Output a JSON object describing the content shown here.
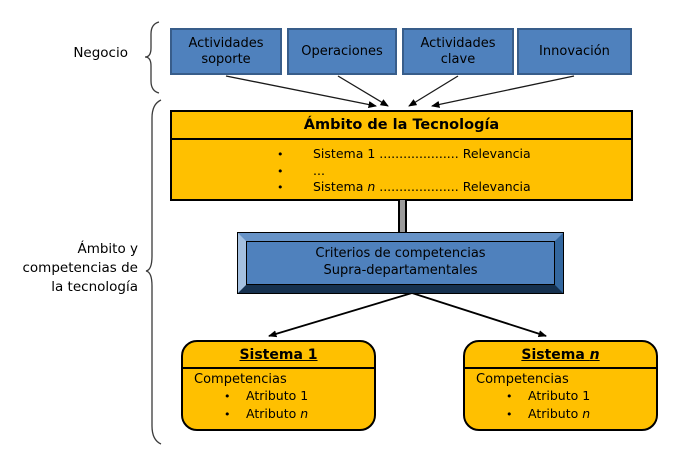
{
  "group_labels": {
    "negocio": "Negocio",
    "ambito_line1": "Ámbito y",
    "ambito_line2": "competencias de",
    "ambito_line3": "la tecnología"
  },
  "business_boxes": [
    {
      "label": "Actividades soporte"
    },
    {
      "label": "Operaciones"
    },
    {
      "label": "Actividades clave"
    },
    {
      "label": "Innovación"
    }
  ],
  "tech_scope": {
    "title": "Ámbito de la Tecnología",
    "items": [
      {
        "name": "Sistema 1 ",
        "name_italic": "",
        "dots": "....................",
        "value": " Relevancia"
      },
      {
        "name": "...",
        "name_italic": "",
        "dots": "",
        "value": ""
      },
      {
        "name": "Sistema ",
        "name_italic": "n",
        "dots": " ....................",
        "value": " Relevancia"
      }
    ]
  },
  "criteria_box": {
    "line1": "Criterios de competencias",
    "line2": "Supra-departamentales"
  },
  "system_boxes": [
    {
      "title": "Sistema 1",
      "title_italic": "",
      "subtitle": "Competencias",
      "bullets": [
        {
          "text": "Atributo 1",
          "text_italic": ""
        },
        {
          "text": "Atributo ",
          "text_italic": "n"
        }
      ]
    },
    {
      "title": "Sistema ",
      "title_italic": "n",
      "subtitle": "Competencias",
      "bullets": [
        {
          "text": "Atributo 1",
          "text_italic": ""
        },
        {
          "text": "Atributo ",
          "text_italic": "n"
        }
      ]
    }
  ],
  "colors": {
    "box_blue": "#4F81BD",
    "box_blue_border": "#385D8A",
    "box_yellow": "#FFC000",
    "bevel_light": "#a4c0e0",
    "bevel_dark": "#16314f",
    "line_black": "#000000"
  }
}
